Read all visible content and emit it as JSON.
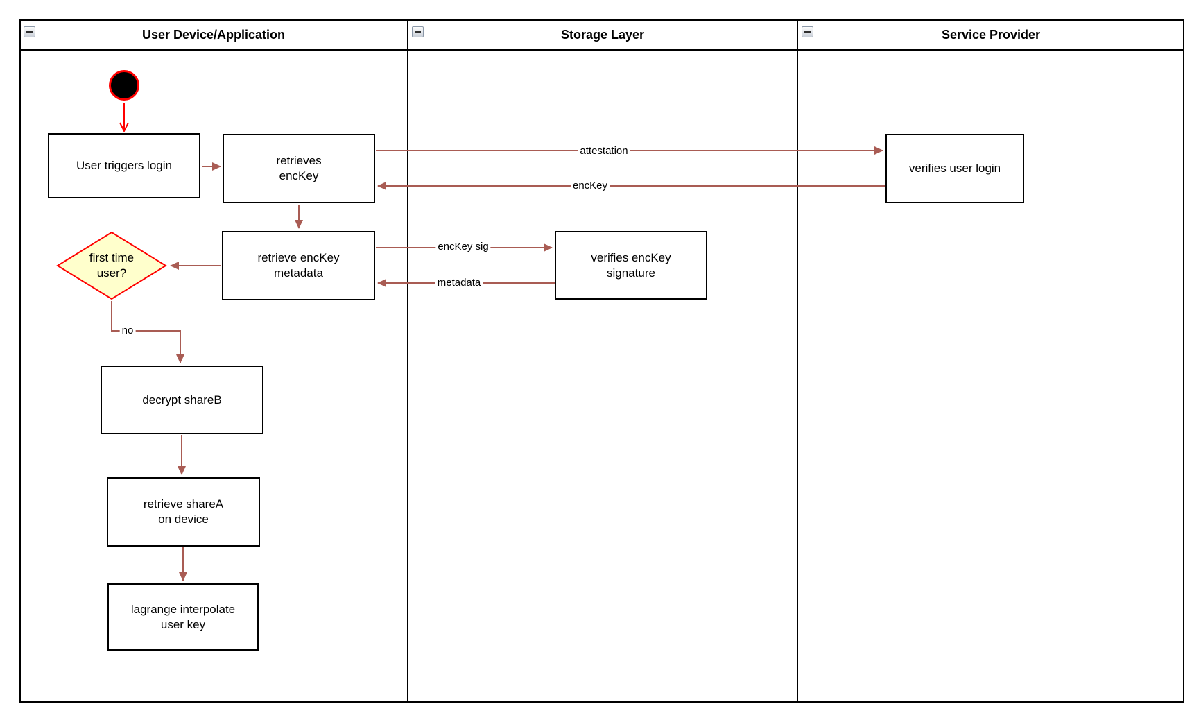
{
  "pool": {
    "lanes": [
      {
        "title": "User Device/Application"
      },
      {
        "title": "Storage Layer"
      },
      {
        "title": "Service Provider"
      }
    ]
  },
  "nodes": {
    "start": {
      "type": "initial-state"
    },
    "user_triggers_login": {
      "label": "User triggers login"
    },
    "retrieves_enckey": {
      "label": "retrieves\nencKey"
    },
    "retrieve_enckey_metadata": {
      "label": "retrieve encKey\nmetadata"
    },
    "first_time_user": {
      "label": "first time\nuser?"
    },
    "decrypt_shareb": {
      "label": "decrypt shareB"
    },
    "retrieve_sharea": {
      "label": "retrieve shareA\non device"
    },
    "lagrange_interpolate": {
      "label": "lagrange interpolate\nuser key"
    },
    "verifies_enckey_signature": {
      "label": "verifies encKey\nsignature"
    },
    "verifies_user_login": {
      "label": "verifies user login"
    }
  },
  "edge_labels": {
    "attestation": "attestation",
    "enckey": "encKey",
    "enckey_sig": "encKey sig",
    "metadata": "metadata",
    "no": "no"
  },
  "colors": {
    "arrow": "#a95c54",
    "highlight": "#ff0000",
    "decision_fill": "#ffffcc",
    "shape_border": "#000000",
    "background": "#ffffff"
  }
}
